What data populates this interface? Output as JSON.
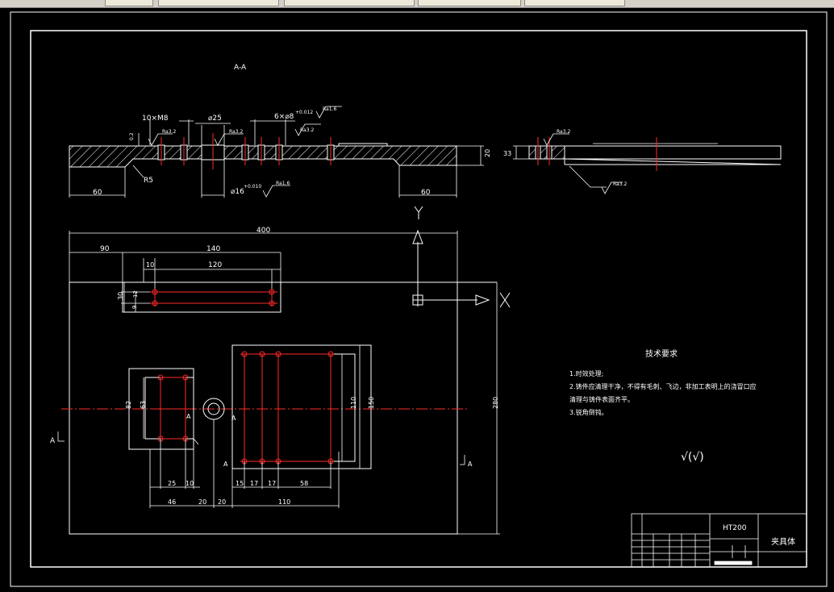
{
  "section_title": "A-A",
  "dims": {
    "d60_left": "60",
    "d60_right": "60",
    "d20": "20",
    "d33": "33",
    "d10xm8": "10×M8",
    "d25": "⌀25",
    "d6x8": "6×⌀8",
    "d16": "⌀16",
    "r5": "R5",
    "d400": "400",
    "d90": "90",
    "d140": "140",
    "d10a": "10",
    "d120": "120",
    "d30": "30",
    "d12": "12",
    "d9": "9",
    "d82": "82",
    "d63": "63",
    "d110v": "110",
    "d150": "150",
    "d280": "280",
    "d15": "15",
    "d17a": "17",
    "d17b": "17",
    "d58": "58",
    "d25b": "25",
    "d10b": "10",
    "d46": "46",
    "d20b": "20",
    "d20c": "20",
    "d110": "110"
  },
  "tolerances": {
    "t_top": "+0.012",
    "t_bot": "+0.010"
  },
  "roughness": {
    "r1": "Ra1.6",
    "r2": "Ra3.2",
    "r3": "Ra3.2",
    "r4": "Ra3.2",
    "r5": "Ra1.6",
    "r6": "Ra3.2",
    "r7": "Ra3.2"
  },
  "section_marks": {
    "a1": "A",
    "a2": "A",
    "a3": "A",
    "a4": "A",
    "a5": "A"
  },
  "axes": {
    "x": "X",
    "y": "Y"
  },
  "tech": {
    "title": "技术要求",
    "line1": "1.时效处理;",
    "line2": "2.铸件应清理干净，不得有毛刺、飞边，非加工表明上的浇冒口应",
    "line3": "清理与铸件表面齐平。",
    "line4": "3.锐角倒钝。"
  },
  "surface_note": "√(√)",
  "title_block": {
    "material": "HT200",
    "part_name": "夹具体"
  },
  "colors": {
    "line": "#ffffff",
    "center": "#ff2a2a",
    "background": "#000000"
  }
}
